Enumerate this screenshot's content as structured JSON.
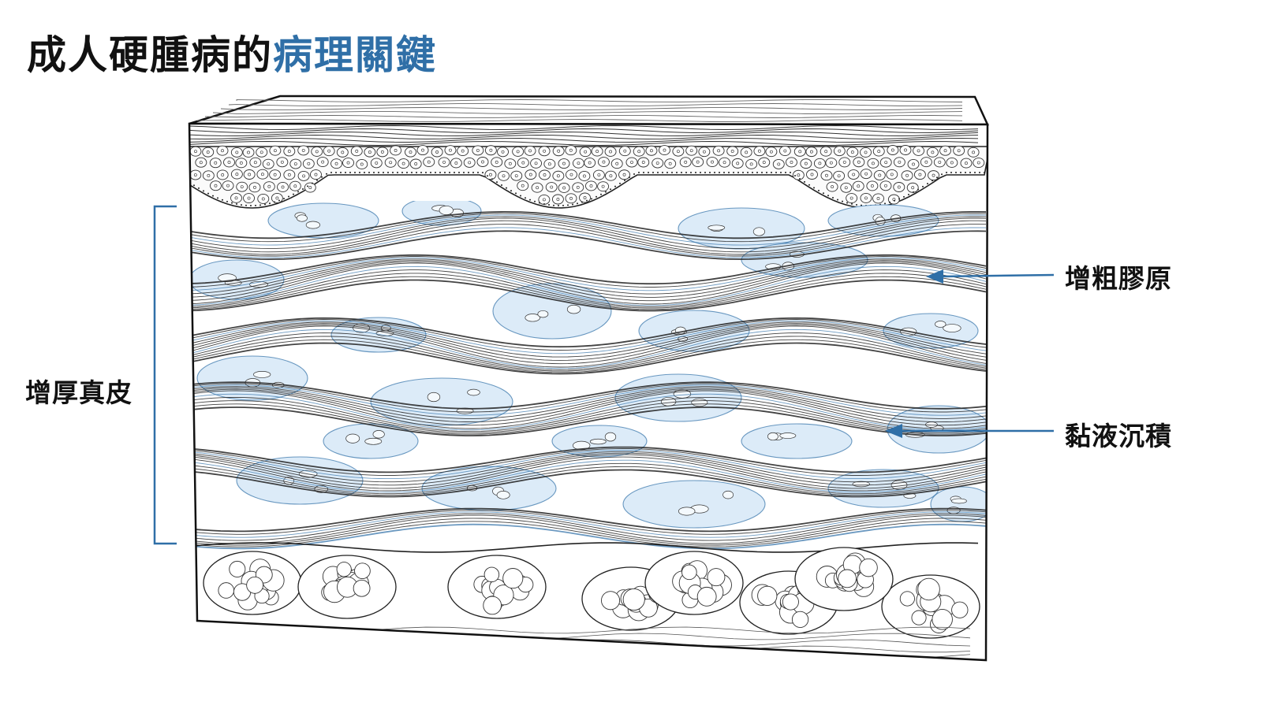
{
  "title": {
    "main": "成人硬腫病的",
    "accent": "病理關鍵"
  },
  "labels": {
    "thickened_dermis": "增厚真皮",
    "thickened_collagen": "增粗膠原",
    "mucin_deposition": "黏液沉積"
  },
  "colors": {
    "accent": "#2f6fa7",
    "mucin_fill": "#dcebf8",
    "ink": "#111111"
  }
}
